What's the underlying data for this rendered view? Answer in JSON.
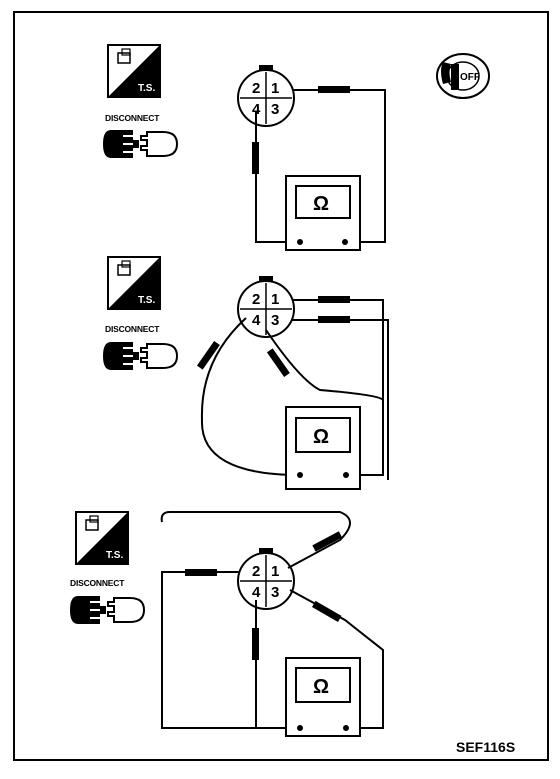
{
  "figure": {
    "reference_code": "SEF116S",
    "ignition_key_label": "OFF",
    "tool_label": "T.S.",
    "disconnect_label": "DISCONNECT",
    "ohm_symbol": "Ω",
    "connector_pins": [
      "2",
      "1",
      "4",
      "3"
    ]
  },
  "colors": {
    "ink": "#000000",
    "paper": "#ffffff"
  }
}
